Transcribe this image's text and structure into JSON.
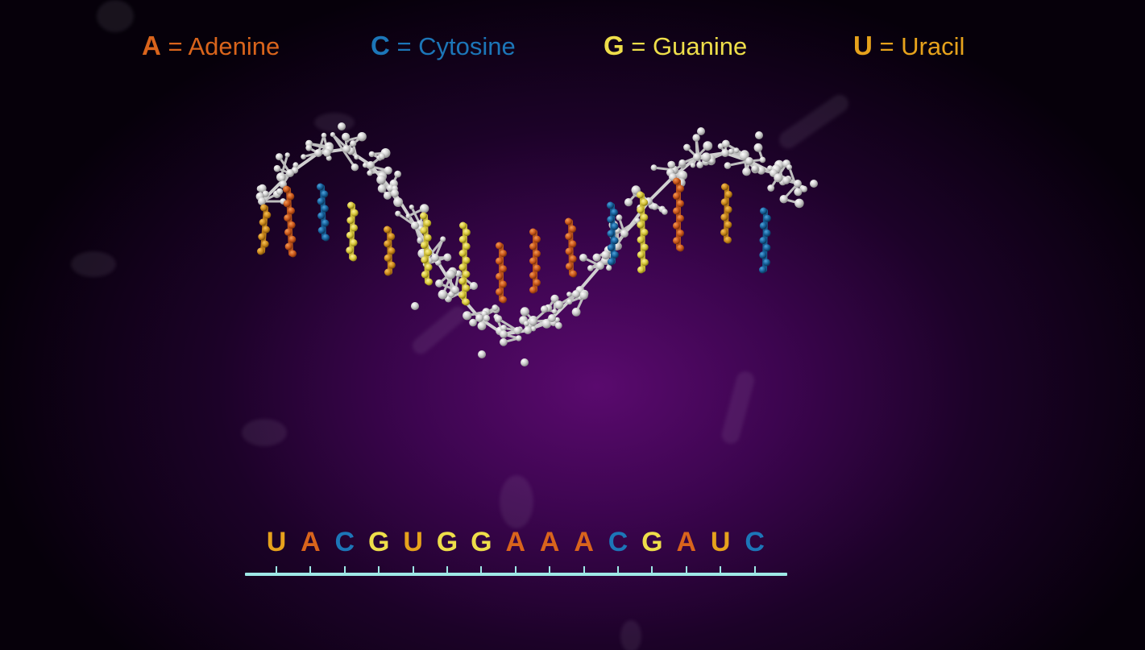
{
  "colors": {
    "A": "#d9641c",
    "C": "#1c76b8",
    "G": "#eede4a",
    "U": "#e6a21c",
    "backbone": "#d4d4d4",
    "ruler": "#9ee8e6"
  },
  "legend": {
    "adenine": {
      "letter": "A",
      "label": " = Adenine"
    },
    "cytosine": {
      "letter": "C",
      "label": " = Cytosine"
    },
    "guanine": {
      "letter": "G",
      "label": " = Guanine"
    },
    "uracil": {
      "letter": "U",
      "label": " = Uracil"
    }
  },
  "sequence": [
    "U",
    "A",
    "C",
    "G",
    "U",
    "G",
    "G",
    "A",
    "A",
    "A",
    "C",
    "G",
    "A",
    "U",
    "C"
  ]
}
